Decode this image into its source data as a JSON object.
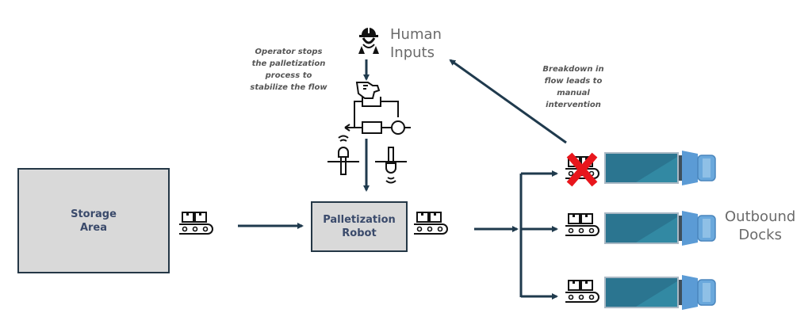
{
  "nodes": {
    "storage": {
      "line1": "Storage",
      "line2": "Area"
    },
    "robot": {
      "line1": "Palletization",
      "line2": "Robot"
    },
    "human": {
      "line1": "Human",
      "line2": "Inputs"
    },
    "docks": {
      "line1": "Outbound",
      "line2": "Docks"
    }
  },
  "annotations": {
    "operator": [
      "Operator stops",
      "the palletization",
      "process to",
      "stabilize the flow"
    ],
    "breakdown": [
      "Breakdown in",
      "flow leads to",
      "manual",
      "intervention"
    ]
  },
  "icons": {
    "worker": "worker-helmet-icon",
    "control": "manual-control-circuit-icon",
    "conveyor": "conveyor-belt-icon",
    "truck": "truck-icon",
    "failure": "red-x-icon",
    "sensor": "sensor-probe-icon"
  },
  "colors": {
    "arrow": "#1f3a4d",
    "box_fill": "#d9d9d9",
    "box_text": "#3a4a6b",
    "truck_trailer": "#2e7d96",
    "truck_cab": "#5b9bd5",
    "failure": "#e8161c"
  },
  "docks": [
    {
      "status": "failed"
    },
    {
      "status": "active"
    },
    {
      "status": "active"
    }
  ]
}
